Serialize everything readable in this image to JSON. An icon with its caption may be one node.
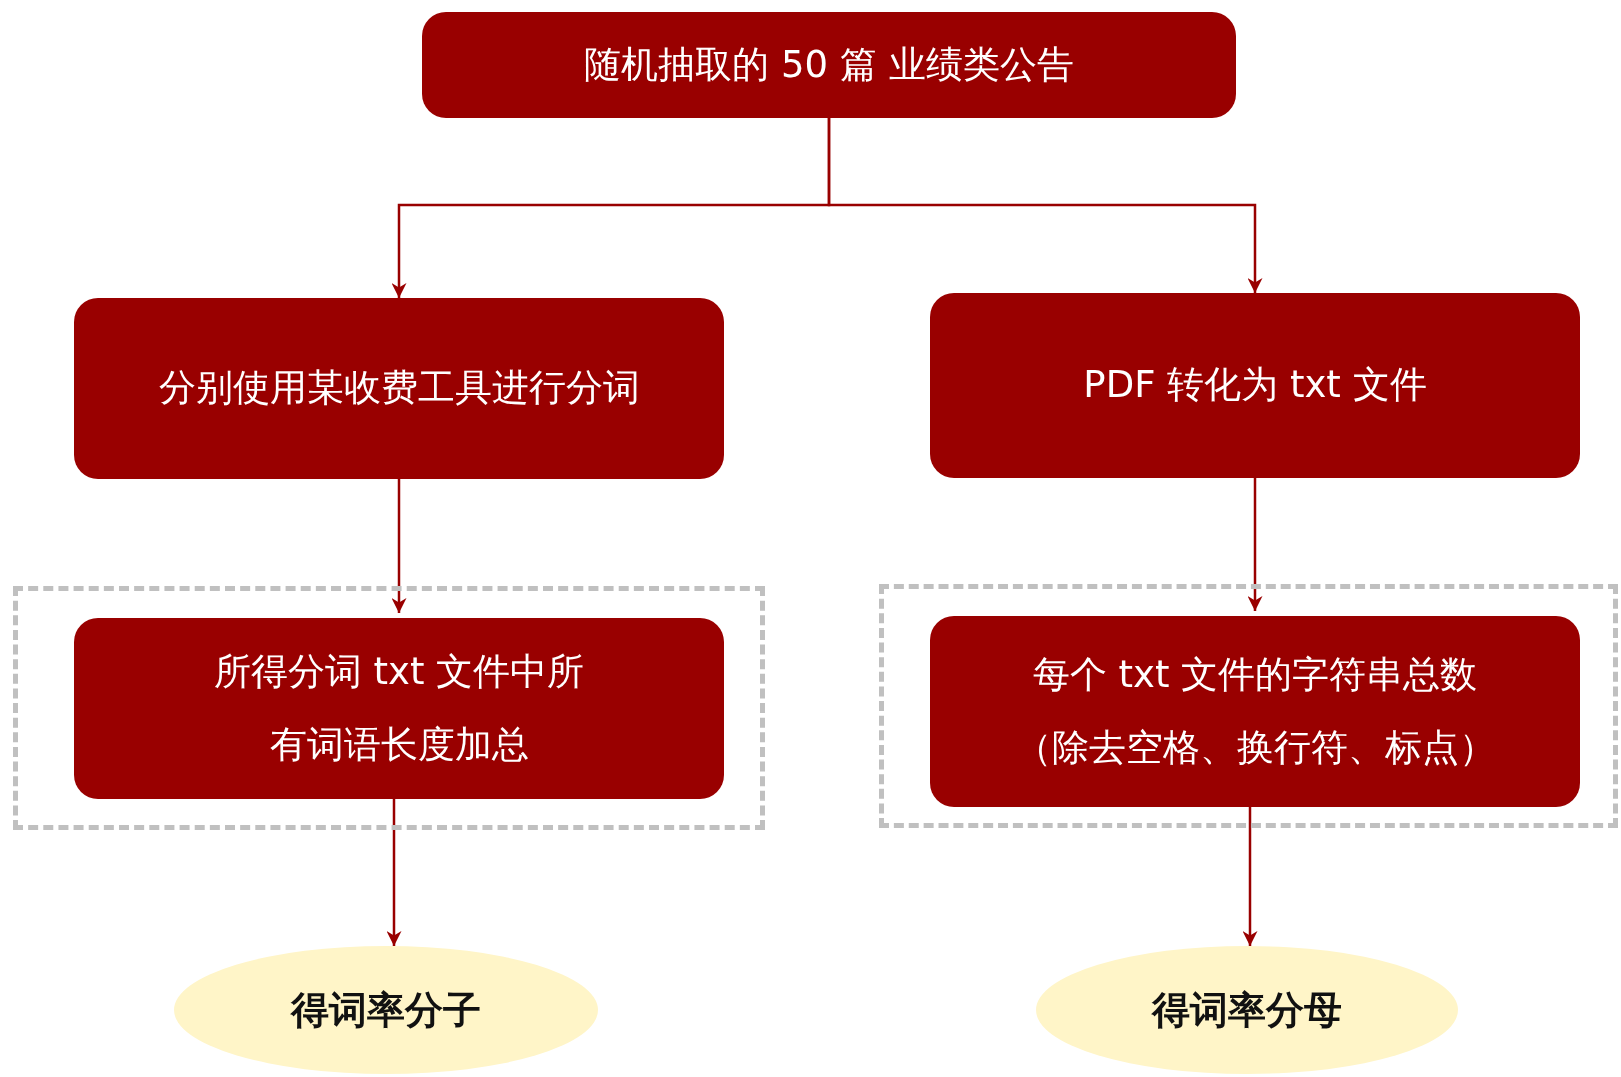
{
  "diagram": {
    "nodes": [
      {
        "text": [
          "随机抽取的 50 篇 业绩类公告"
        ]
      },
      {
        "text": [
          "分别使用某收费工具进行分词"
        ]
      },
      {
        "text": [
          "PDF 转化为 txt 文件"
        ]
      },
      {
        "text": [],
        "shape": "box"
      },
      {
        "text": [
          "所得分词 txt 文件中所有词语长度加总"
        ],
        "in": 3
      },
      {
        "text": [],
        "shape": "box"
      },
      {
        "text": [
          "每个 txt 文件的字符串总数（除去空格、换行符、标点）"
        ],
        "in": 5
      },
      {
        "text": [
          "得词率分子"
        ]
      },
      {
        "text": [
          "得词率分母"
        ]
      }
    ],
    "edges": [
      {
        "from": 0,
        "to": 1,
        "arrow": "to"
      },
      {
        "from": 0,
        "to": 2,
        "arrow": "to"
      },
      {
        "from": 1,
        "to": 4,
        "arrow": "to"
      },
      {
        "from": 2,
        "to": 6,
        "arrow": "to"
      },
      {
        "from": 4,
        "to": 7,
        "arrow": "to"
      },
      {
        "from": 6,
        "to": 8,
        "arrow": "to"
      }
    ]
  }
}
